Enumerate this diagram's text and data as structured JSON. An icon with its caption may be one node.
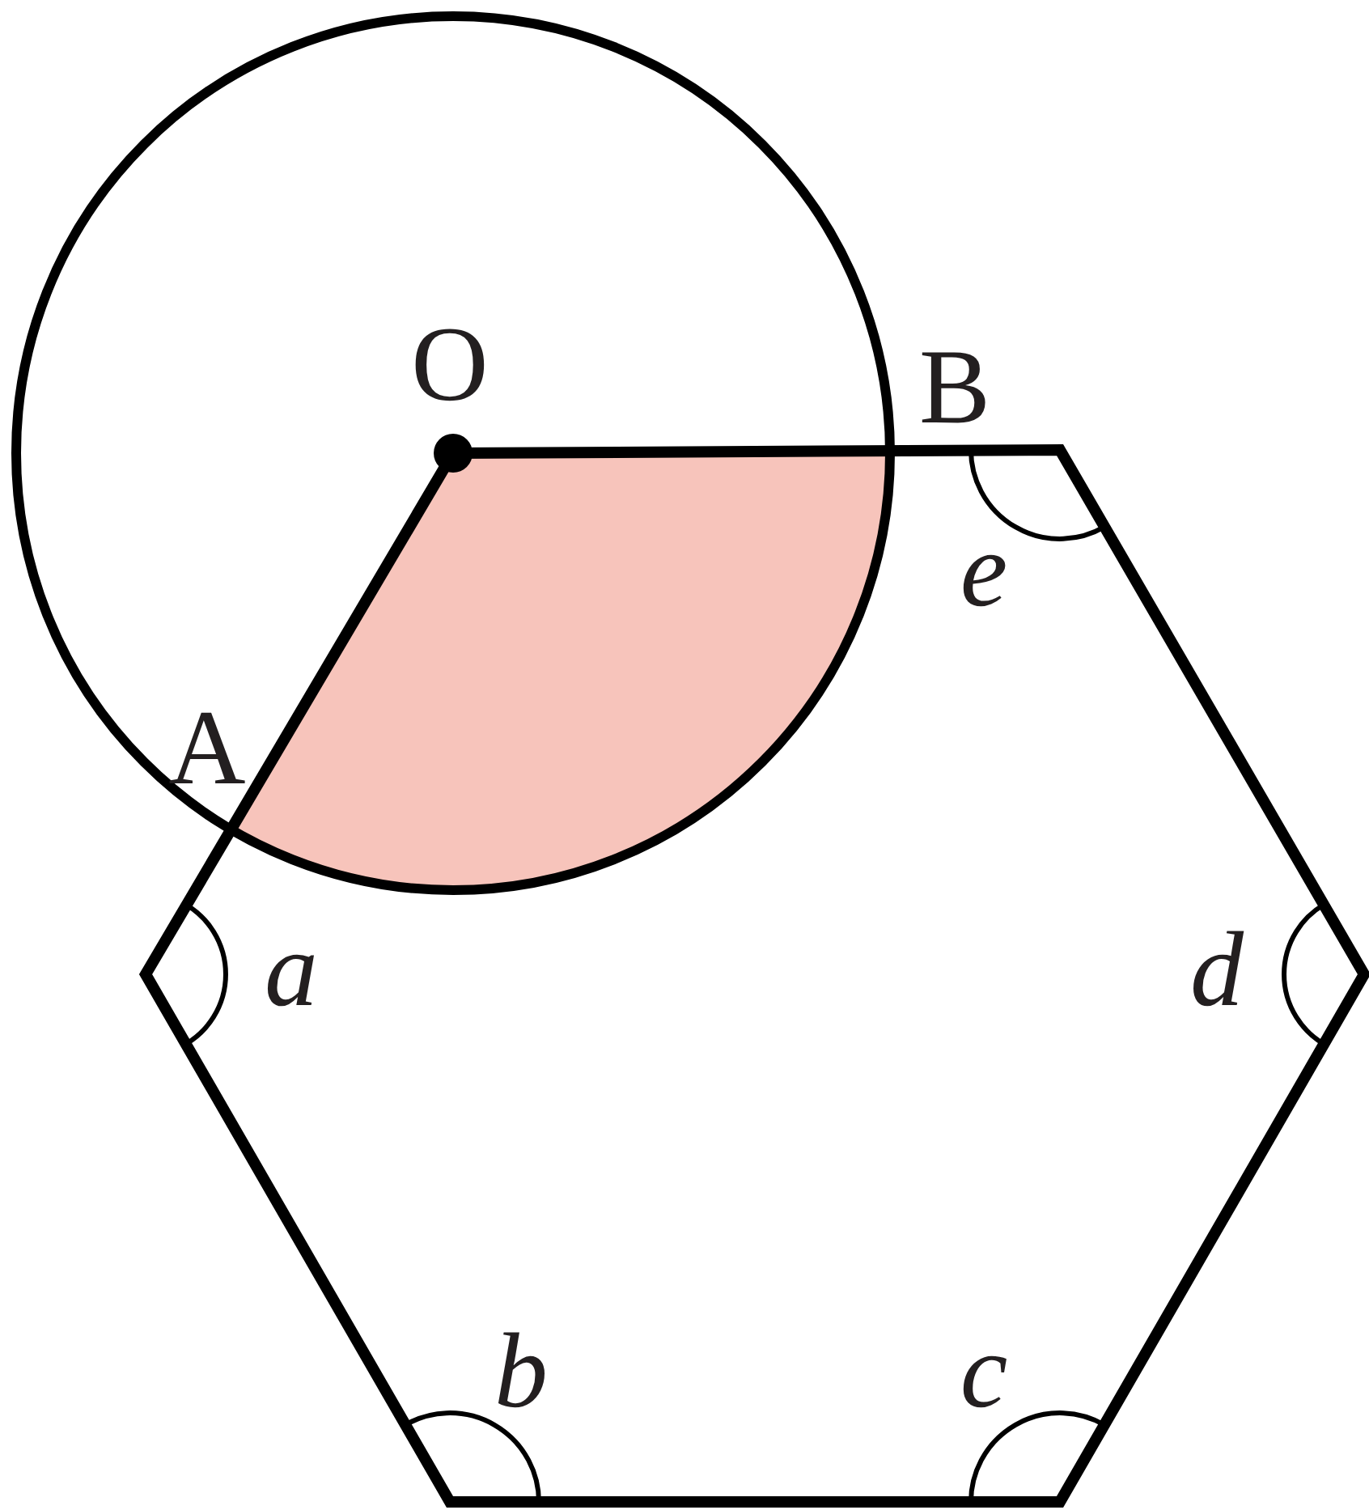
{
  "diagram": {
    "labels": [
      "O",
      "B",
      "A",
      "e",
      "a",
      "d",
      "b",
      "c"
    ]
  }
}
